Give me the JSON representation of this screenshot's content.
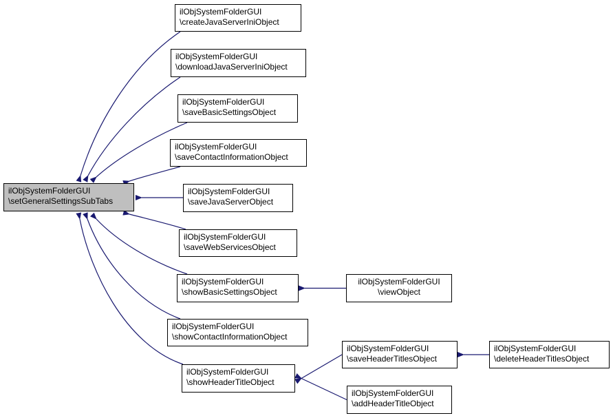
{
  "diagram": {
    "type": "doxygen-caller-graph",
    "edge_color": "#191970",
    "root_fill": "#bfbfbf",
    "nodes": [
      {
        "id": "root",
        "class": "ilObjSystemFolderGUI",
        "method": "\\setGeneralSettingsSubTabs",
        "root": true
      },
      {
        "id": "createJava",
        "class": "ilObjSystemFolderGUI",
        "method": "\\createJavaServerIniObject"
      },
      {
        "id": "downloadJava",
        "class": "ilObjSystemFolderGUI",
        "method": "\\downloadJavaServerIniObject"
      },
      {
        "id": "saveBasic",
        "class": "ilObjSystemFolderGUI",
        "method": "\\saveBasicSettingsObject"
      },
      {
        "id": "saveContact",
        "class": "ilObjSystemFolderGUI",
        "method": "\\saveContactInformationObject"
      },
      {
        "id": "saveJava",
        "class": "ilObjSystemFolderGUI",
        "method": "\\saveJavaServerObject"
      },
      {
        "id": "saveWeb",
        "class": "ilObjSystemFolderGUI",
        "method": "\\saveWebServicesObject"
      },
      {
        "id": "showBasic",
        "class": "ilObjSystemFolderGUI",
        "method": "\\showBasicSettingsObject"
      },
      {
        "id": "showContact",
        "class": "ilObjSystemFolderGUI",
        "method": "\\showContactInformationObject"
      },
      {
        "id": "showHeader",
        "class": "ilObjSystemFolderGUI",
        "method": "\\showHeaderTitleObject"
      },
      {
        "id": "viewObject",
        "class": "ilObjSystemFolderGUI",
        "method": "\\viewObject"
      },
      {
        "id": "saveHeaderTitles",
        "class": "ilObjSystemFolderGUI",
        "method": "\\saveHeaderTitlesObject"
      },
      {
        "id": "addHeader",
        "class": "ilObjSystemFolderGUI",
        "method": "\\addHeaderTitleObject"
      },
      {
        "id": "deleteHeader",
        "class": "ilObjSystemFolderGUI",
        "method": "\\deleteHeaderTitlesObject"
      }
    ],
    "edges": [
      {
        "from": "createJava",
        "to": "root"
      },
      {
        "from": "downloadJava",
        "to": "root"
      },
      {
        "from": "saveBasic",
        "to": "root"
      },
      {
        "from": "saveContact",
        "to": "root"
      },
      {
        "from": "saveJava",
        "to": "root"
      },
      {
        "from": "saveWeb",
        "to": "root"
      },
      {
        "from": "showBasic",
        "to": "root"
      },
      {
        "from": "showContact",
        "to": "root"
      },
      {
        "from": "showHeader",
        "to": "root"
      },
      {
        "from": "viewObject",
        "to": "showBasic"
      },
      {
        "from": "saveHeaderTitles",
        "to": "showHeader"
      },
      {
        "from": "addHeader",
        "to": "showHeader"
      },
      {
        "from": "deleteHeader",
        "to": "saveHeaderTitles"
      }
    ]
  }
}
